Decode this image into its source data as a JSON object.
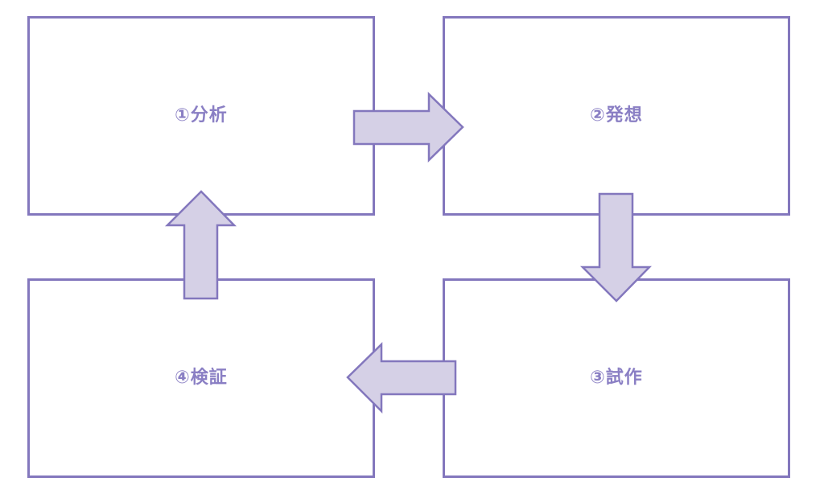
{
  "diagram": {
    "steps": [
      {
        "id": "analysis",
        "label": "①分析"
      },
      {
        "id": "ideation",
        "label": "②発想"
      },
      {
        "id": "prototype",
        "label": "③試作"
      },
      {
        "id": "verification",
        "label": "④検証"
      }
    ],
    "flow": [
      "analysis",
      "ideation",
      "prototype",
      "verification",
      "analysis"
    ],
    "colors": {
      "border": "#8377bd",
      "arrow_fill": "#d5d0e6",
      "label": "#8a7fc4"
    }
  }
}
